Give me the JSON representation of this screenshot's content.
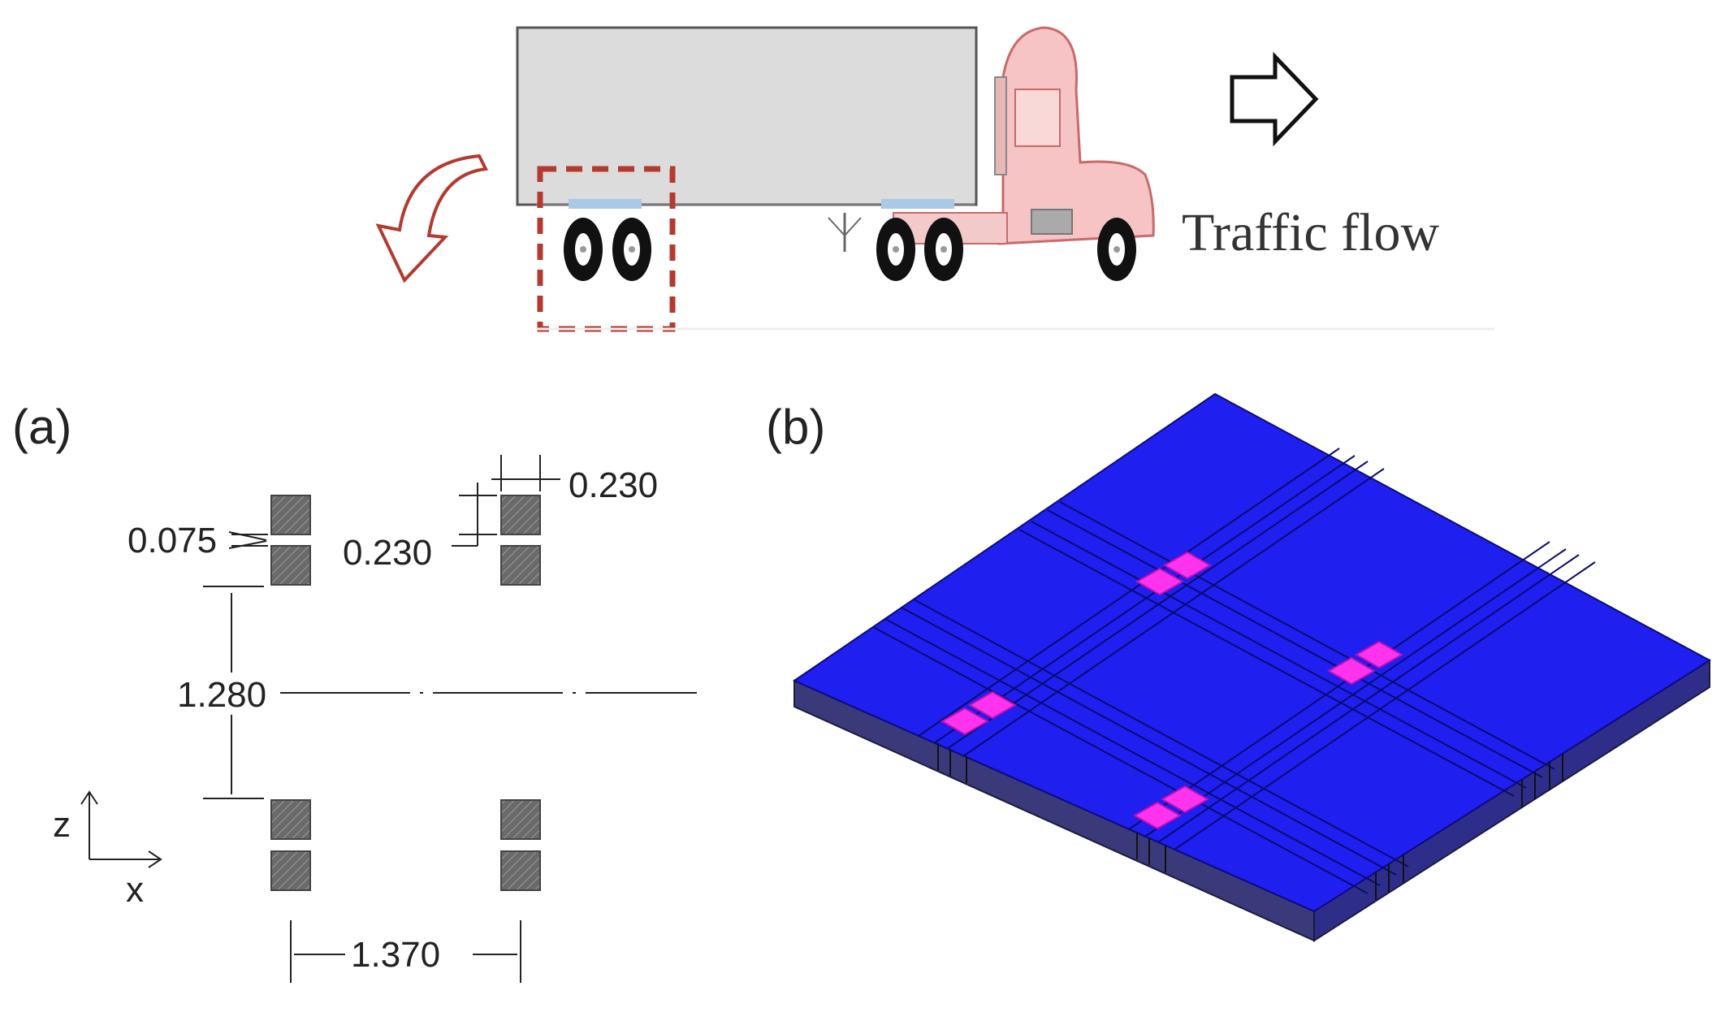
{
  "truck": {
    "traffic_label": "Traffic flow"
  },
  "panel_a": {
    "label": "(a)",
    "dims": {
      "gap": "0.075",
      "tire_height": "0.230",
      "tire_width": "0.230",
      "axle_spacing": "1.280",
      "wheel_spacing": "1.370"
    },
    "axes": {
      "vertical": "z",
      "horizontal": "x"
    }
  },
  "panel_b": {
    "label": "(b)"
  },
  "colors": {
    "slab_top": "#1f1ff0",
    "slab_side": "#3a3a7a",
    "tire_patch": "#ff33ee",
    "trailer": "#dcdcdc",
    "cab": "#f6c4c4",
    "highlight_box": "#b33a2e"
  }
}
